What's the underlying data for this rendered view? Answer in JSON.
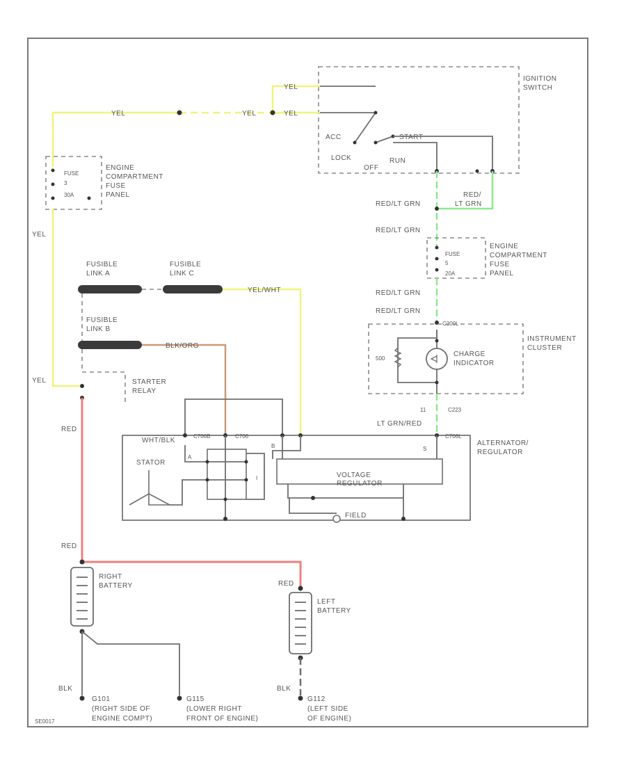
{
  "colors": {
    "yel_wire": "#f2f27a",
    "red_wire": "#f08080",
    "grn_wire": "#8ee88e",
    "brown_wire": "#c99a7a",
    "gray_wire": "#6e6e6e"
  },
  "ignition_switch": {
    "title_line1": "IGNITION",
    "title_line2": "SWITCH",
    "acc": "ACC",
    "lock": "LOCK",
    "off": "OFF",
    "run": "RUN",
    "start": "START"
  },
  "wires": {
    "yel_top1": "YEL",
    "yel_top2": "YEL",
    "yel_top3": "YEL",
    "yel_top4": "YEL",
    "yel_left": "YEL",
    "yel_lower": "YEL",
    "red_lt_grn": "RED/",
    "red_lt_grn2": "LT GRN",
    "redlt_grn_1": "RED/LT GRN",
    "redlt_grn_2": "RED/LT GRN",
    "redlt_grn_3": "RED/LT GRN",
    "redlt_grn_4": "RED/LT GRN",
    "yel_wht": "YEL/WHT",
    "blk_org": "BLK/ORG",
    "wht_blk": "WHT/BLK",
    "lt_grn_red": "LT GRN/RED",
    "red1": "RED",
    "red2": "RED",
    "red3": "RED",
    "blk1": "BLK",
    "blk2": "BLK"
  },
  "fuse_panel_left": {
    "fuse_line1": "FUSE",
    "fuse_line2": "3",
    "fuse_line3": "30A",
    "name_line1": "ENGINE",
    "name_line2": "COMPARTMENT",
    "name_line3": "FUSE",
    "name_line4": "PANEL"
  },
  "fuse_panel_right": {
    "fuse_line1": "FUSE",
    "fuse_line2": "5",
    "fuse_line3": "20A",
    "name_line1": "ENGINE",
    "name_line2": "COMPARTMENT",
    "name_line3": "FUSE",
    "name_line4": "PANEL"
  },
  "fusible_links": {
    "a_line1": "FUSIBLE",
    "a_line2": "LINK A",
    "c_line1": "FUSIBLE",
    "c_line2": "LINK C",
    "b_line1": "FUSIBLE",
    "b_line2": "LINK B"
  },
  "starter_relay": {
    "line1": "STARTER",
    "line2": "RELAY"
  },
  "instrument_cluster": {
    "title_line1": "INSTRUMENT",
    "title_line2": "CLUSTER",
    "resistor": "500",
    "indicator_line1": "CHARGE",
    "indicator_line2": "INDICATOR",
    "conn1": "C200L",
    "conn2": "C223",
    "pin1": "11"
  },
  "alternator": {
    "title_line1": "ALTERNATOR/",
    "title_line2": "REGULATOR",
    "stator": "STATOR",
    "vr_line1": "VOLTAGE",
    "vr_line2": "REGULATOR",
    "field": "FIELD",
    "term1": "C706B",
    "term2": "C706",
    "term3": "C706L",
    "pin_a": "A",
    "pin_i": "I",
    "pin_b": "B",
    "pin_s": "S"
  },
  "batteries": {
    "right_line1": "RIGHT",
    "right_line2": "BATTERY",
    "left_line1": "LEFT",
    "left_line2": "BATTERY"
  },
  "grounds": {
    "g1_id": "G101",
    "g1_line1": "(RIGHT SIDE OF",
    "g1_line2": "ENGINE COMPT)",
    "g2_id": "G115",
    "g2_line1": "(LOWER RIGHT",
    "g2_line2": "FRONT OF ENGINE)",
    "g3_id": "G112",
    "g3_line1": "(LEFT SIDE",
    "g3_line2": "OF ENGINE)"
  },
  "footer": {
    "code": "SE0017"
  }
}
